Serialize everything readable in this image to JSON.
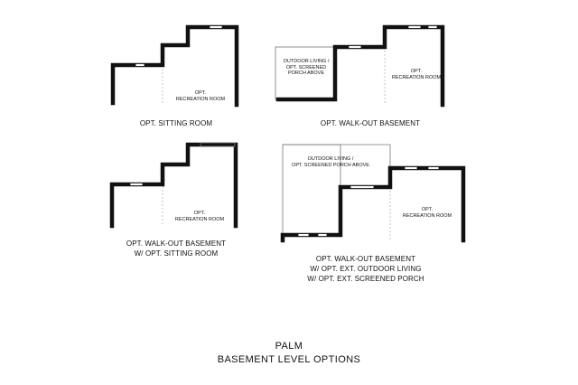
{
  "plans": [
    {
      "caption_lines": [
        "OPT. SITTING ROOM"
      ],
      "rooms": [
        {
          "lines": [
            "OPT.",
            "RECREATION ROOM"
          ]
        }
      ]
    },
    {
      "caption_lines": [
        "OPT. WALK-OUT  BASEMENT"
      ],
      "rooms": [
        {
          "lines": [
            "OUTDOOR LIVING /",
            "OPT. SCREENED",
            "PORCH ABOVE"
          ]
        },
        {
          "lines": [
            "OPT.",
            "RECREATION ROOM"
          ]
        }
      ]
    },
    {
      "caption_lines": [
        "OPT. WALK-OUT  BASEMENT",
        "W/ OPT. SITTING ROOM"
      ],
      "rooms": [
        {
          "lines": [
            "OPT.",
            "RECREATION ROOM"
          ]
        }
      ]
    },
    {
      "caption_lines": [
        "OPT. WALK-OUT  BASEMENT",
        "W/ OPT. EXT. OUTDOOR LIVING",
        "W/ OPT. EXT. SCREENED PORCH"
      ],
      "rooms": [
        {
          "lines": [
            "OUTDOOR LIVING /",
            "OPT. SCREENED PORCH ABOVE"
          ]
        },
        {
          "lines": [
            "OPT.",
            "RECREATION ROOM"
          ]
        }
      ]
    }
  ],
  "footer": {
    "model_name": "PALM",
    "subtitle": "BASEMENT LEVEL OPTIONS"
  },
  "colors": {
    "wall": "#111111",
    "background": "#ffffff"
  }
}
